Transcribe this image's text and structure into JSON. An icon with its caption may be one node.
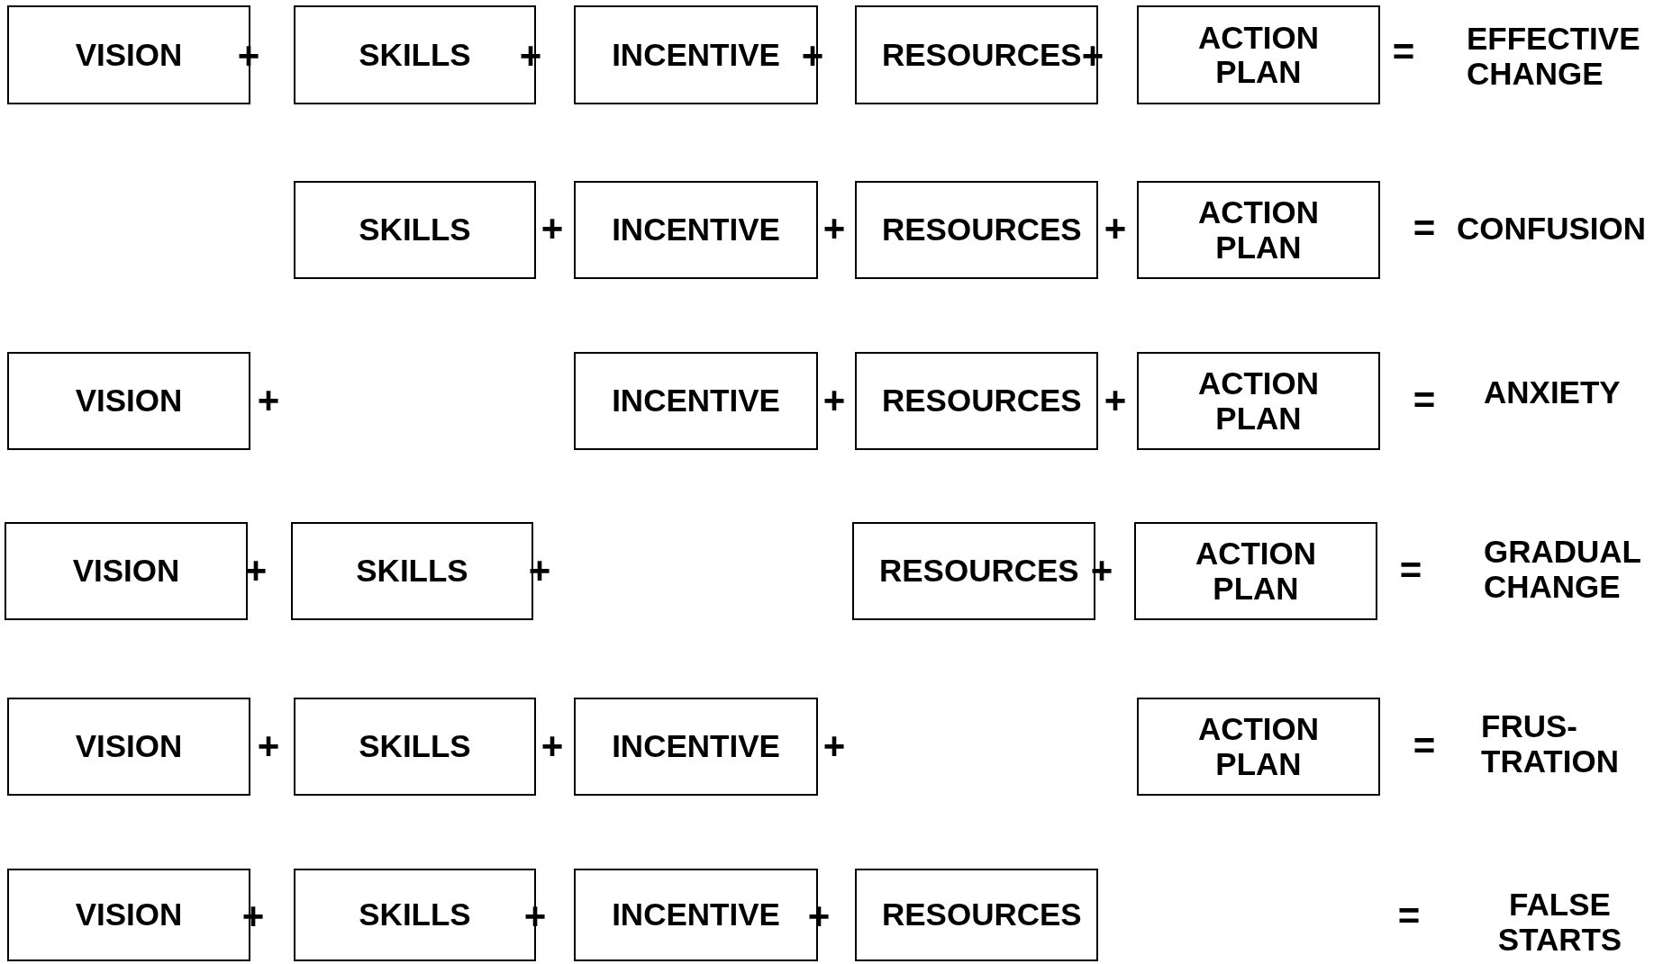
{
  "diagram": {
    "nodes": [
      {
        "text": [
          "VISION"
        ]
      },
      {
        "text": [
          "SKILLS"
        ]
      },
      {
        "text": [
          "INCENTIVE"
        ]
      },
      {
        "text": [
          "RESOURCES"
        ]
      },
      {
        "text": [
          "ACTION PLAN"
        ]
      },
      {
        "text": [
          "SKILLS"
        ]
      },
      {
        "text": [
          "INCENTIVE"
        ]
      },
      {
        "text": [
          "RESOURCES"
        ]
      },
      {
        "text": [
          "ACTION PLAN"
        ]
      },
      {
        "text": [
          "VISION"
        ]
      },
      {
        "text": [
          "INCENTIVE"
        ]
      },
      {
        "text": [
          "RESOURCES"
        ]
      },
      {
        "text": [
          "ACTION PLAN"
        ]
      },
      {
        "text": [
          "VISION"
        ]
      },
      {
        "text": [
          "SKILLS"
        ]
      },
      {
        "text": [
          "RESOURCES"
        ]
      },
      {
        "text": [
          "ACTION PLAN"
        ]
      },
      {
        "text": [
          "VISION"
        ]
      },
      {
        "text": [
          "SKILLS"
        ]
      },
      {
        "text": [
          "INCENTIVE"
        ]
      },
      {
        "text": [
          "ACTION PLAN"
        ]
      },
      {
        "text": [
          "VISION"
        ]
      },
      {
        "text": [
          "SKILLS"
        ]
      },
      {
        "text": [
          "INCENTIVE"
        ]
      },
      {
        "text": [
          "RESOURCES"
        ]
      }
    ],
    "labels": [
      "+",
      "+",
      "+",
      "+",
      "=",
      "EFFECTIVE CHANGE",
      "+",
      "+",
      "+",
      "=",
      "CONFUSION",
      "+",
      "+",
      "+",
      "=",
      "ANXIETY",
      "+",
      "+",
      "+",
      "=",
      "GRADUAL CHANGE",
      "+",
      "+",
      "+",
      "=",
      "FRUS- TRATION",
      "+",
      "+",
      "+",
      "=",
      "FALSE STARTS"
    ]
  }
}
